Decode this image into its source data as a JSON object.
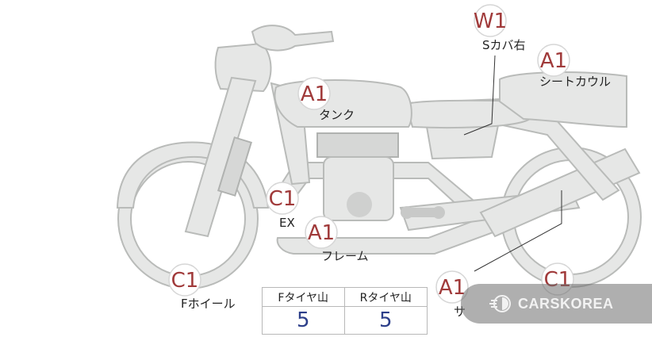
{
  "parts": {
    "s_cover_right": {
      "code": "W1",
      "label": "Sカバ右"
    },
    "seat_cowl": {
      "code": "A1",
      "label": "シートカウル"
    },
    "tank": {
      "code": "A1",
      "label": "タンク"
    },
    "exhaust": {
      "code": "C1",
      "label": "EX"
    },
    "frame": {
      "code": "A1",
      "label": "フレーム"
    },
    "front_wheel": {
      "code": "C1",
      "label": "Fホイール"
    },
    "lower_mid": {
      "code": "A1",
      "label": "サ"
    },
    "rear_wheel": {
      "code": "C1"
    }
  },
  "tread": {
    "front_header": "Fタイヤ山",
    "rear_header": "Rタイヤ山",
    "front_value": "5",
    "rear_value": "5"
  },
  "watermark": {
    "text": "CARSKOREA"
  },
  "colors": {
    "code_text": "#a03a3a",
    "tread_value": "#2d3f8a",
    "body_fill": "#e6e7e6"
  }
}
